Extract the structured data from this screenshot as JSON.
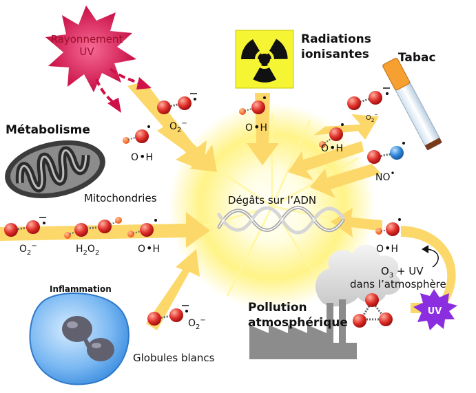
{
  "sources": {
    "uv": {
      "line1": "Rayonnement",
      "line2": "UV"
    },
    "radiations": {
      "line1": "Radiations",
      "line2": "ionisantes"
    },
    "tabac": "Tabac",
    "metabolisme": "Métabolisme",
    "mitochondries": "Mitochondries",
    "inflammation": "Inflammation",
    "globules": "Globules blancs",
    "pollution": {
      "line1": "Pollution",
      "line2": "atmosphérique"
    }
  },
  "center": "Dégâts sur l’ADN",
  "molecules": {
    "o2": {
      "base": "O",
      "sub": "2",
      "sup": "−"
    },
    "oh": {
      "o": "O",
      "h": "H"
    },
    "h2o2": {
      "h": "H",
      "n2": "2",
      "o": "O"
    },
    "no": "NO",
    "o3_formula": {
      "o": "O",
      "sub": "3",
      "rest": " + UV"
    },
    "o3_caption": "dans l’atmosphère",
    "uv_star": "UV"
  },
  "colors": {
    "arrow": "#fcd86a",
    "oxygen": "#e0302a",
    "hydrogen": "#f46a1e",
    "nitrogen": "#2f86d6",
    "uv_ray": "#d01048",
    "radiation_bg": "#f5f534",
    "cell": "#5aa6ee",
    "nucleus": "#60606e",
    "factory": "#8c8c8c",
    "uv_star": "#8a2ee0"
  }
}
